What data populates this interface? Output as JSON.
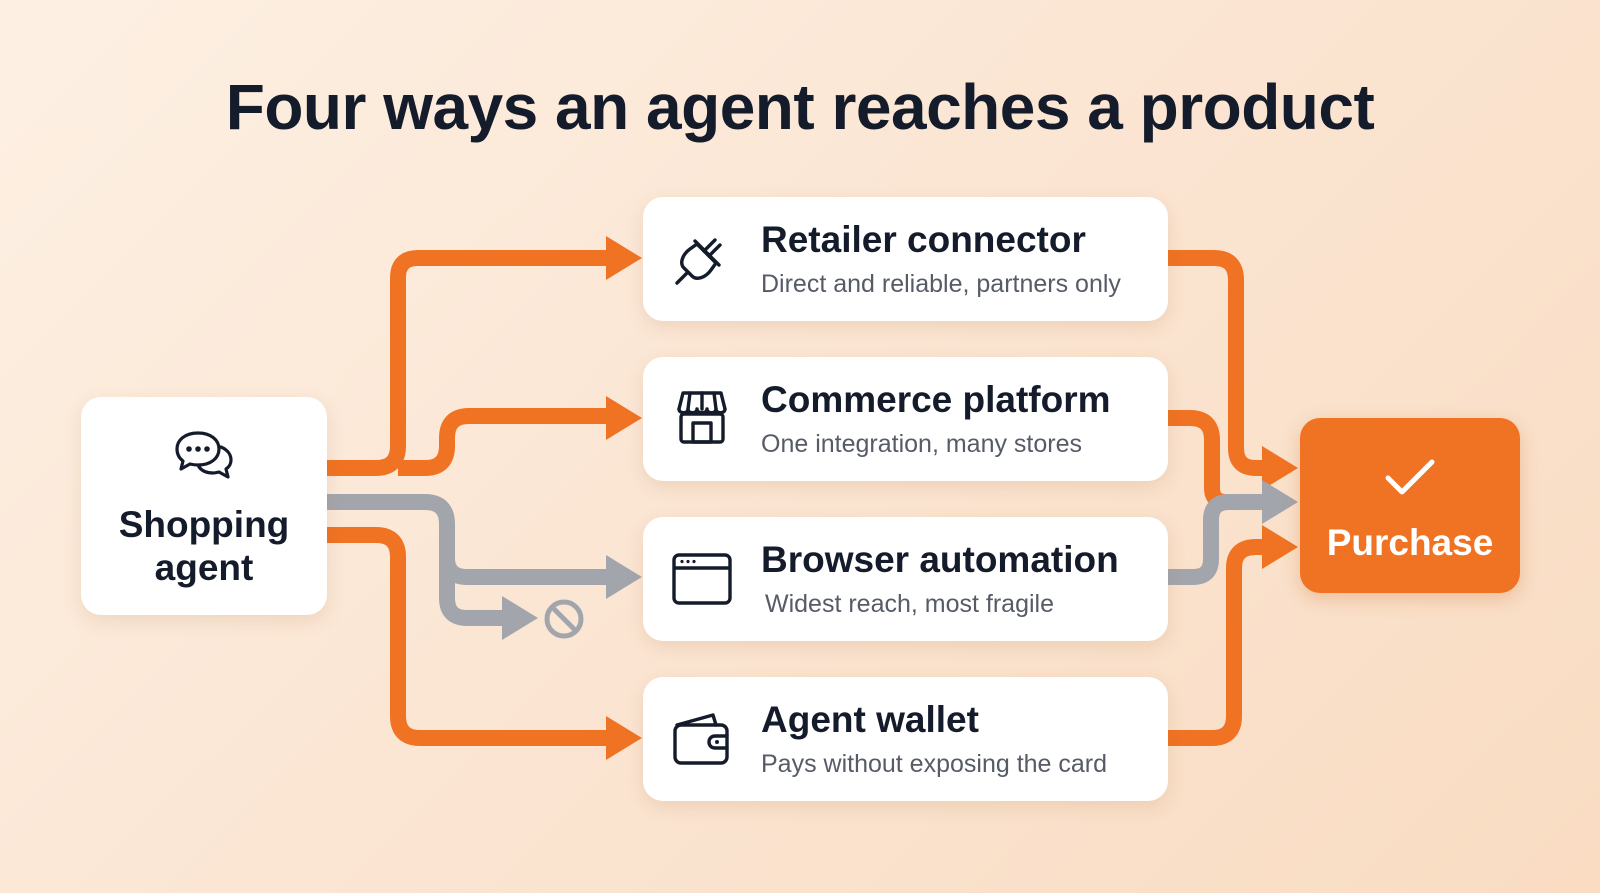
{
  "title": "Four ways an agent reaches a product",
  "colors": {
    "accent": "#f07323",
    "blocked_path": "#a3a5ad",
    "text_dark": "#141b2b",
    "text_muted": "#565b66",
    "background": "#fbe6d4"
  },
  "source": {
    "label": "Shopping agent",
    "icon": "chat-bubbles-icon"
  },
  "routes": [
    {
      "title": "Retailer connector",
      "subtitle": "Direct and reliable, partners only",
      "icon": "plug-icon",
      "status": "active"
    },
    {
      "title": "Commerce platform",
      "subtitle": "One integration, many stores",
      "icon": "storefront-icon",
      "status": "active"
    },
    {
      "title": "Browser automation",
      "subtitle": "Widest reach, most fragile",
      "icon": "browser-window-icon",
      "status": "partially-blocked"
    },
    {
      "title": "Agent wallet",
      "subtitle": "Pays without exposing the card",
      "icon": "wallet-icon",
      "status": "active"
    }
  ],
  "blocked_marker": {
    "icon": "blocked-icon"
  },
  "destination": {
    "label": "Purchase",
    "icon": "checkmark-icon"
  }
}
